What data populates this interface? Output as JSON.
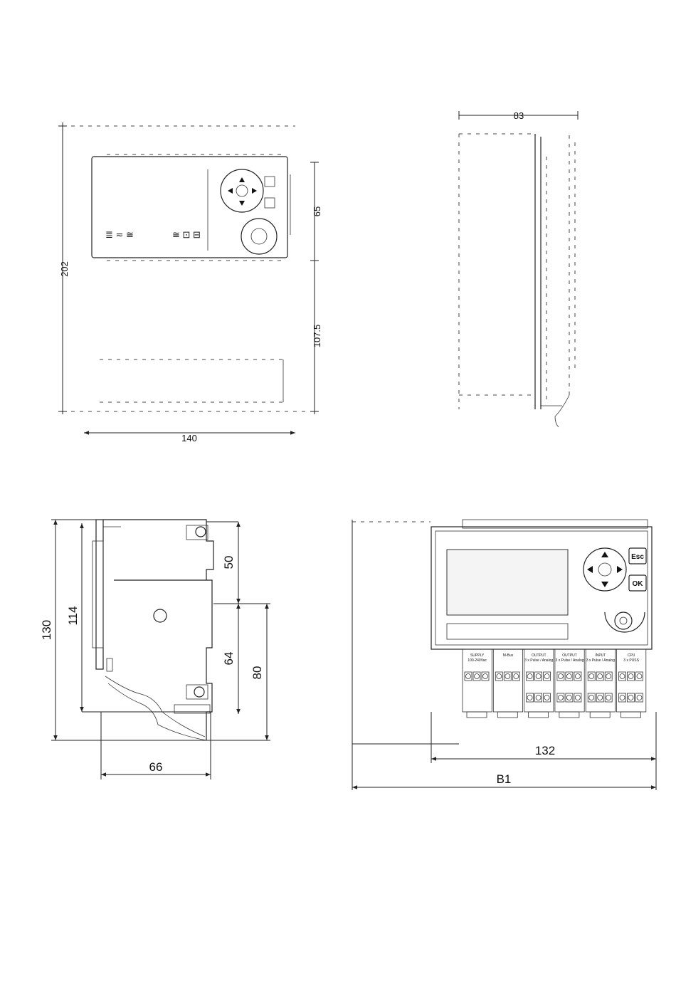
{
  "top_front_view": {
    "dims": {
      "height_total": "202",
      "width": "140",
      "upper": "65",
      "lower": "107.5"
    },
    "panel_labels": {
      "left": "≣ ≂ ≅",
      "right": "≅ ⊡ ⊟"
    }
  },
  "top_side_view": {
    "dims": {
      "depth": "83"
    }
  },
  "bottom_side_view": {
    "dims": {
      "h130": "130",
      "h114": "114",
      "h50": "50",
      "h64": "64",
      "h80": "80",
      "w66": "66"
    }
  },
  "bottom_front_view": {
    "dims": {
      "w132": "132",
      "wB1": "B1"
    },
    "buttons": {
      "esc": "Esc",
      "ok": "OK"
    },
    "modules": [
      {
        "title": "SUPPLY",
        "subtitle": "100-240Vac"
      },
      {
        "title": "M-Bus",
        "subtitle": ""
      },
      {
        "title": "OUTPUT",
        "subtitle": "3 x Pulse / Analog"
      },
      {
        "title": "OUTPUT",
        "subtitle": "3 x Pulse / Analog"
      },
      {
        "title": "INPUT",
        "subtitle": "3 x Pulse / Analog"
      },
      {
        "title": "CPU",
        "subtitle": "3 x PUSS"
      }
    ]
  }
}
